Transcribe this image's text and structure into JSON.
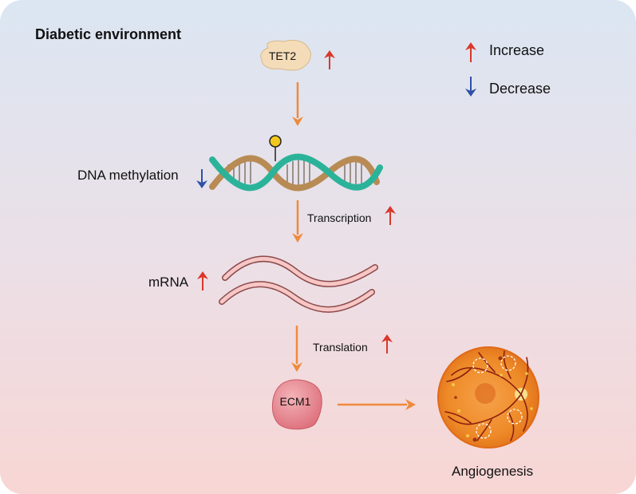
{
  "title": "Diabetic environment",
  "legend": {
    "increase_label": "Increase",
    "decrease_label": "Decrease",
    "increase_color": "#d9382a",
    "decrease_color": "#2f50a8"
  },
  "nodes": {
    "tet2": "TET2",
    "dna_methylation": "DNA methylation",
    "mrna": "mRNA",
    "ecm1": "ECM1",
    "angiogenesis": "Angiogenesis"
  },
  "edges": {
    "transcription": "Transcription",
    "translation": "Translation"
  },
  "colors": {
    "flow_arrow": "#ef8a3c",
    "bg_top": "#dbe6f2",
    "bg_bottom": "#f7d7d5",
    "dna_strand_a": "#b88b55",
    "dna_strand_b": "#2bb39a",
    "mrna_strand": "#f0a9aa",
    "tet2_fill": "#f4dcb8",
    "ecm1_fill": "#e07c86",
    "retina_orange": "#ef8a2a"
  }
}
